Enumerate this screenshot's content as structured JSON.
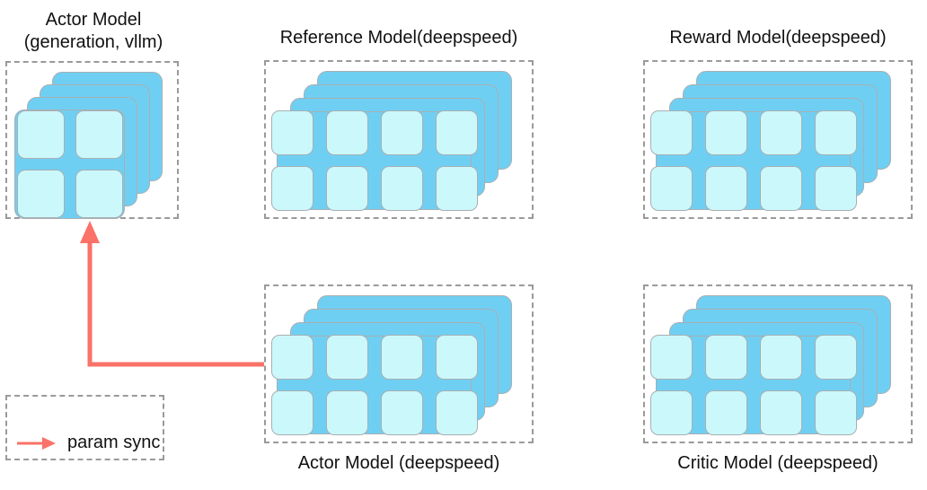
{
  "diagram": {
    "title_visible": false,
    "background_color": "#ffffff",
    "card_color": "#6FCFF2",
    "cell_color": "#CBF8FB",
    "card_border_color": "#A8AFB3",
    "dashed_border_color": "#9a9a9a",
    "arrow_color": "#FA7268"
  },
  "groups": [
    {
      "id": "actor-vllm",
      "label_line1": "Actor Model",
      "label_line2": "(generation, vllm)",
      "label_position": "above",
      "cards": 4,
      "grid": "2x2",
      "cells": 4
    },
    {
      "id": "reference",
      "label_line1": "Reference Model(deepspeed)",
      "label_line2": "",
      "label_position": "above",
      "cards": 4,
      "grid": "4x2",
      "cells": 8
    },
    {
      "id": "reward",
      "label_line1": "Reward Model(deepspeed)",
      "label_line2": "",
      "label_position": "above",
      "cards": 4,
      "grid": "4x2",
      "cells": 8
    },
    {
      "id": "actor-deepspeed",
      "label_line1": "Actor Model (deepspeed)",
      "label_line2": "",
      "label_position": "below",
      "cards": 4,
      "grid": "4x2",
      "cells": 8
    },
    {
      "id": "critic",
      "label_line1": "Critic Model (deepspeed)",
      "label_line2": "",
      "label_position": "below",
      "cards": 4,
      "grid": "4x2",
      "cells": 8
    }
  ],
  "connector": {
    "from": "actor-deepspeed",
    "to": "actor-vllm",
    "meaning": "param sync"
  },
  "legend": {
    "label": "param sync"
  }
}
